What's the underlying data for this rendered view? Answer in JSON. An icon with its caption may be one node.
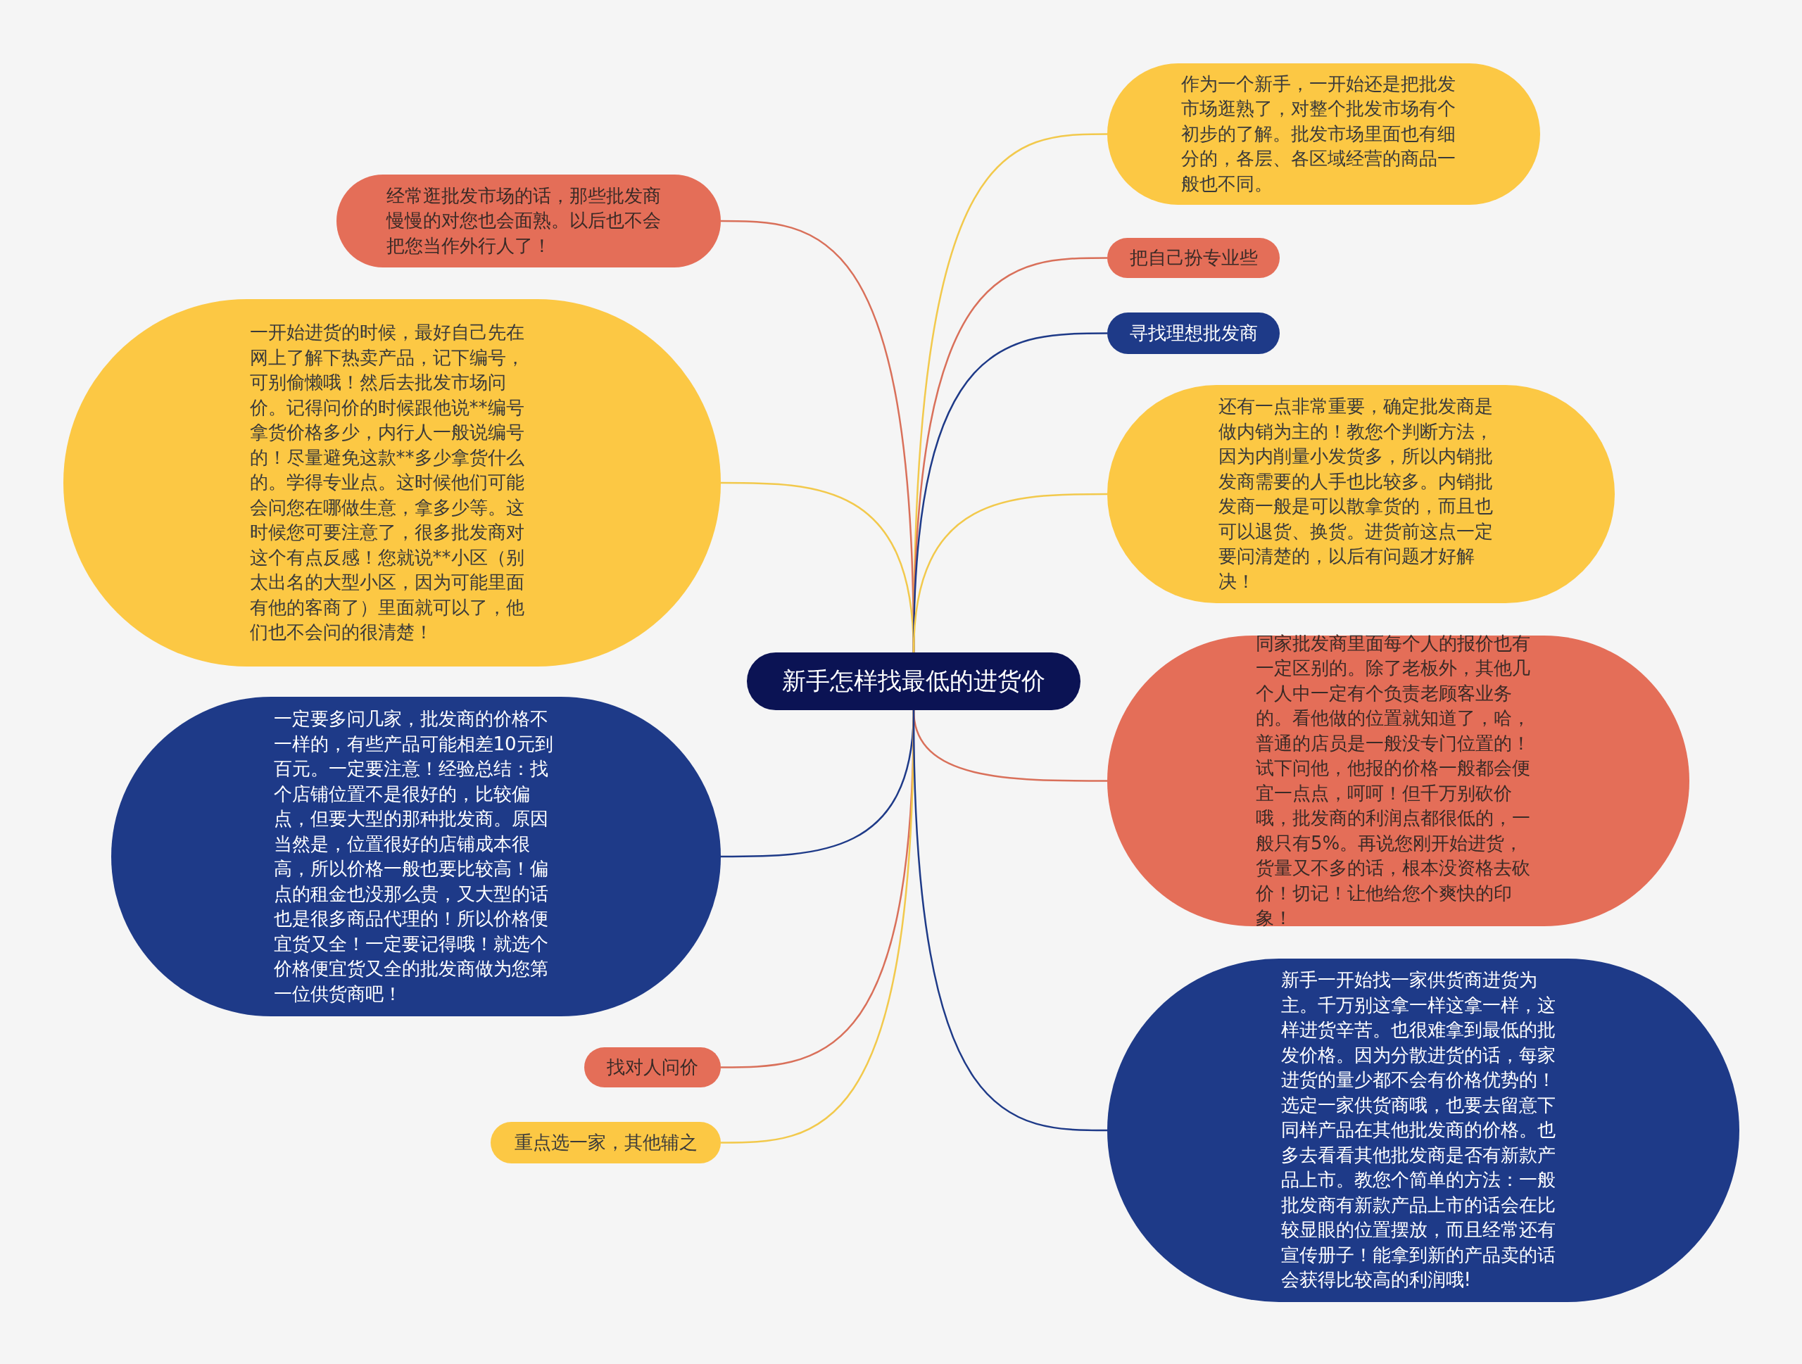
{
  "diagram": {
    "nodes": [
      {
        "text": [
          "新手怎样找最低的进货价"
        ]
      },
      {
        "text": [
          "经常逛批发市场的话，那些批发商慢慢的对您也会面熟。以后也不会把您当作外行人了！"
        ]
      },
      {
        "text": [
          "一开始进货的时候，最好自己先在网上了解下热卖产品，记下编号，可别偷懒哦！然后去批发市场问价。记得问价的时候跟他说**编号拿货价格多少，内行人一般说编号的！尽量避免这款**多少拿货什么的。学得专业点。这时候他们可能会问您在哪做生意，拿多少等。这时候您可要注意了，很多批发商对这个有点反感！您就说**小区（别太出名的大型小区，因为可能里面有他的客商了）里面就可以了，他们也不会问的很清楚！"
        ]
      },
      {
        "text": [
          "一定要多问几家，批发商的价格不一样的，有些产品可能相差10元到百元。一定要注意！经验总结：找个店铺位置不是很好的，比较偏点，但要大型的那种批发商。原因当然是，位置很好的店铺成本很高，所以价格一般也要比较高！偏点的租金也没那么贵，又大型的话也是很多商品代理的！所以价格便宜货又全！一定要记得哦！就选个价格便宜货又全的批发商做为您第一位供货商吧！"
        ]
      },
      {
        "text": [
          "找对人问价"
        ]
      },
      {
        "text": [
          "重点选一家，其他辅之"
        ]
      },
      {
        "text": [
          "作为一个新手，一开始还是把批发市场逛熟了，对整个批发市场有个初步的了解。批发市场里面也有细分的，各层、各区域经营的商品一般也不同。"
        ]
      },
      {
        "text": [
          "把自己扮专业些"
        ]
      },
      {
        "text": [
          "寻找理想批发商"
        ]
      },
      {
        "text": [
          "还有一点非常重要，确定批发商是做内销为主的！教您个判断方法，因为内削量小发货多，所以内销批发商需要的人手也比较多。内销批发商一般是可以散拿货的，而且也可以退货、换货。进货前这点一定要问清楚的，以后有问题才好解决！"
        ]
      },
      {
        "text": [
          "同家批发商里面每个人的报价也有一定区别的。除了老板外，其他几个人中一定有个负责老顾客业务的。看他做的位置就知道了，哈，普通的店员是一般没专门位置的！试下问他，他报的价格一般都会便宜一点点，呵呵！但千万别砍价哦，批发商的利润点都很低的，一般只有5%。再说您刚开始进货，货量又不多的话，根本没资格去砍价！切记！让他给您个爽快的印象！"
        ]
      },
      {
        "text": [
          "新手一开始找一家供货商进货为主。千万别这拿一样这拿一样，这样进货辛苦。也很难拿到最低的批发价格。因为分散进货的话，每家进货的量少都不会有价格优势的！选定一家供货商哦，也要去留意下同样产品在其他批发商的价格。也多去看看其他批发商是否有新款产品上市。教您个简单的方法：一般批发商有新款产品上市的话会在比较显眼的位置摆放，而且经常还有宣传册子！能拿到新的产品卖的话会获得比较高的利润哦!"
        ]
      }
    ],
    "edges": [
      {
        "from": 0,
        "to": 1,
        "arrow": "none",
        "color": "#d9705a"
      },
      {
        "from": 0,
        "to": 2,
        "arrow": "none",
        "color": "#f2c94c"
      },
      {
        "from": 0,
        "to": 3,
        "arrow": "none",
        "color": "#1e3a88"
      },
      {
        "from": 0,
        "to": 4,
        "arrow": "none",
        "color": "#d9705a"
      },
      {
        "from": 0,
        "to": 5,
        "arrow": "none",
        "color": "#f2c94c"
      },
      {
        "from": 0,
        "to": 6,
        "arrow": "none",
        "color": "#f2c94c"
      },
      {
        "from": 0,
        "to": 7,
        "arrow": "none",
        "color": "#d9705a"
      },
      {
        "from": 0,
        "to": 8,
        "arrow": "none",
        "color": "#1e3a88"
      },
      {
        "from": 0,
        "to": 9,
        "arrow": "none",
        "color": "#f2c94c"
      },
      {
        "from": 0,
        "to": 10,
        "arrow": "none",
        "color": "#d9705a"
      },
      {
        "from": 0,
        "to": 11,
        "arrow": "none",
        "color": "#1e3a88"
      }
    ]
  }
}
